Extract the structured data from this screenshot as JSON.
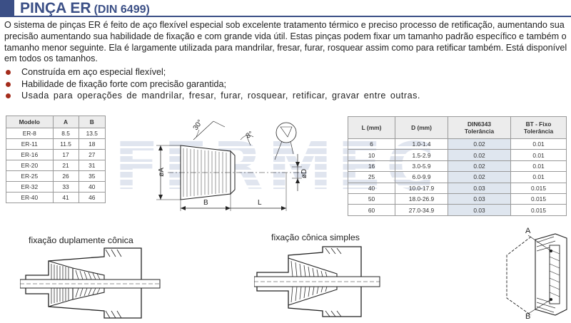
{
  "header": {
    "title": "PINÇA ER",
    "subtitle": "(DIN  6499)"
  },
  "description": "O sistema de pinças ER é feito de aço flexível especial sob excelente tratamento térmico e preciso processo de retificação, aumentando sua precisão aumentando sua habilidade de fixação e com grande vida útil. Estas pinças podem fixar um tamanho padrão específico e também o tamanho menor seguinte. Ela é largamente utilizada para mandrilar, fresar, furar, rosquear  assim como para retificar também.  Está  disponível em todos os tamanhos.",
  "bullets": [
    "Construída em aço especial flexível;",
    "Habilidade de fixação forte com precisão garantida;",
    "Usada para operações de mandrilar, fresar, furar, rosquear, retificar, gravar entre outras."
  ],
  "watermark": "FERMEC",
  "table_dims": {
    "headers": [
      "Modelo",
      "A",
      "B"
    ],
    "rows": [
      [
        "ER-8",
        "8.5",
        "13.5"
      ],
      [
        "ER-11",
        "11.5",
        "18"
      ],
      [
        "ER-16",
        "17",
        "27"
      ],
      [
        "ER-20",
        "21",
        "31"
      ],
      [
        "ER-25",
        "26",
        "35"
      ],
      [
        "ER-32",
        "33",
        "40"
      ],
      [
        "ER-40",
        "41",
        "46"
      ]
    ]
  },
  "table_tol": {
    "headers": [
      "L (mm)",
      "D (mm)",
      "DIN6343\nTolerância",
      "BT - Fixo\nTolerância"
    ],
    "rows": [
      [
        "6",
        "1.0-1.4",
        "0.02",
        "0.01"
      ],
      [
        "10",
        "1.5-2.9",
        "0.02",
        "0.01"
      ],
      [
        "16",
        "3.0-5.9",
        "0.02",
        "0.01"
      ],
      [
        "25",
        "6.0-9.9",
        "0.02",
        "0.01"
      ],
      [
        "40",
        "10.0-17.9",
        "0.03",
        "0.015"
      ],
      [
        "50",
        "18.0-26.9",
        "0.03",
        "0.015"
      ],
      [
        "60",
        "27.0-34.9",
        "0.03",
        "0.015"
      ]
    ]
  },
  "diagram": {
    "angle_30": "30°",
    "angle_8": "8°",
    "dim_a": "øA",
    "dim_d": "øD",
    "dim_b": "B",
    "dim_l": "L"
  },
  "captions": {
    "double_conical": "fixação duplamente cônica",
    "single_conical": "fixação cônica simples",
    "label_a": "A",
    "label_b": "B"
  }
}
